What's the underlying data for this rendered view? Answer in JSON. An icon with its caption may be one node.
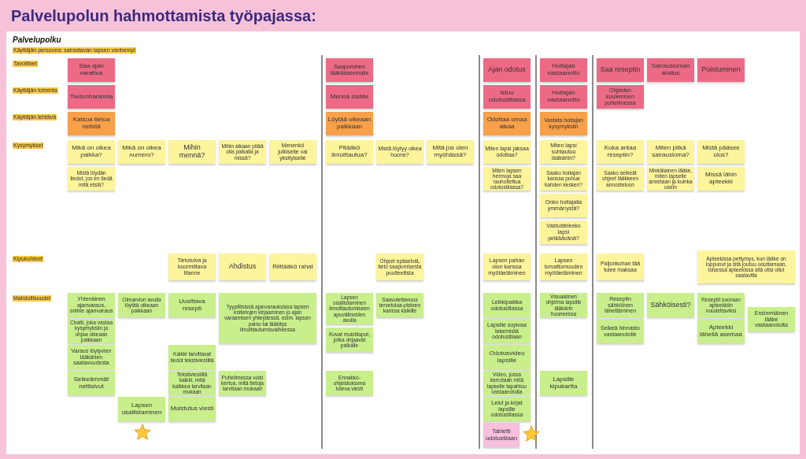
{
  "diagram": {
    "title": "Palvelupolun hahmottamista työpajassa:",
    "nodes": [
      {
        "text": [
          "Saa ajan varattua"
        ]
      },
      {
        "text": [
          "Saapuminen lääkäriasemalle"
        ]
      },
      {
        "text": [
          "Ajan odotus"
        ]
      },
      {
        "text": [
          "Hoitajan vastaanotto"
        ]
      },
      {
        "text": [
          "Saa reseptin"
        ]
      },
      {
        "text": [
          "Sairausloman aloitus"
        ]
      },
      {
        "text": [
          "Poistuminen"
        ]
      },
      {
        "text": [
          "Tiedonhankinta"
        ]
      },
      {
        "text": [
          "Mennä sisälle"
        ]
      },
      {
        "text": [
          "Istuu odotustilassa"
        ]
      },
      {
        "text": [
          "Hoitajan vastaanotto"
        ]
      },
      {
        "text": [
          "Ohjeiden kuuleminen puhelimessa"
        ]
      },
      {
        "text": [
          "Katsoa tietoa netistä"
        ]
      },
      {
        "text": [
          "Löytää oikeaan paikkaan"
        ]
      },
      {
        "text": [
          "Odottaa omaa aikaa"
        ]
      },
      {
        "text": [
          "Vastata hoitajan kysymyksiin"
        ]
      },
      {
        "text": [
          "Mikä on oikea paikka?"
        ]
      },
      {
        "text": [
          "Mikä on oikea numero?"
        ]
      },
      {
        "text": [
          "Mihin mennä?"
        ]
      },
      {
        "text": [
          "Mihin aikaan pitää olla paikalla ja missä?"
        ]
      },
      {
        "text": [
          "Menenkö julkiselle vai yksityiselle"
        ]
      },
      {
        "text": [
          "Pitääkö ilmoittautua?"
        ]
      },
      {
        "text": [
          "Mistä löytyy oikea huone?"
        ]
      },
      {
        "text": [
          "Mitä jos olen myöhässä?"
        ]
      },
      {
        "text": [
          "Miten lapsi jaksaa odottaa?"
        ]
      },
      {
        "text": [
          "Miten lapsi suhtautuu lääkäriin?"
        ]
      },
      {
        "text": [
          "Kuka antaa reseptin?"
        ]
      },
      {
        "text": [
          "Miten pitkä sairausloma?"
        ]
      },
      {
        "text": [
          "Mistä pääsee ulos?"
        ]
      },
      {
        "text": [
          "Mistä löydän tiedot, jos en tiedä mitä etsiä?"
        ]
      },
      {
        "text": [
          "Miten lapsen hermoja saa rauhoitettua odotustilassa?"
        ]
      },
      {
        "text": [
          "Saako hoitajan kanssa puhua kahden kesken?"
        ]
      },
      {
        "text": [
          "Saako selkeät ohjeet lääkkeen annosteluun"
        ]
      },
      {
        "text": [
          "Minkälainen lääke, miten lapselle annetaan ja kuinka usein"
        ]
      },
      {
        "text": [
          "Missä lähin apteekki"
        ]
      },
      {
        "text": [
          "Onko hoitajalla ymmärrystä?"
        ]
      },
      {
        "text": [
          "Vastusteleeko lapsi pelkäävänä?"
        ]
      },
      {
        "text": [
          "Tietotulva ja kuormittava tilanne"
        ]
      },
      {
        "text": [
          "Ahdistus"
        ]
      },
      {
        "text": [
          "Riittääkö rahat"
        ]
      },
      {
        "text": [
          "Ohjeet epäselviä, tieto saapumisesta puutteellista"
        ]
      },
      {
        "text": [
          "Lapsen pahan olon kanssa myötäeläminen"
        ]
      },
      {
        "text": [
          "Lapsen turvattomuuden myötäeläminen"
        ]
      },
      {
        "text": [
          "Paljonkohan tää tulee maksaa"
        ]
      },
      {
        "text": [
          "Apteekissa pettymys, kun lääke on loppunut ja sitä joutuu odottamaan, toisessa apteekissa sitä olisi ollut saatavilla"
        ]
      },
      {
        "text": [
          "Leikkipaikka odotustilassa"
        ]
      },
      {
        "text": [
          "Yhtenäinen ajanvaraus, online ajanvaraus"
        ]
      },
      {
        "text": [
          "Oirearvion avulla löytää oikeaan paikkaan"
        ]
      },
      {
        "text": [
          "Uusittava resepti"
        ]
      },
      {
        "text": [
          "Tyypillisissä ajanvarauksissa lapsen esitietojen kirjaaminen jo ajan varaamisen yhteydessä, esim. lapsen paino tai lääkitys ilmoittautumisvaiheessa"
        ]
      },
      {
        "text": [
          "Lapsen osallistaminen ilmoittautumiseen apuvälineiden avulla"
        ]
      },
      {
        "text": [
          "Saavutettavuus tervetuloa-pisteen kanssa kaikille"
        ]
      },
      {
        "text": [
          "Visuaalinen ohjelma lapsille lääkärin huoneessa"
        ]
      },
      {
        "text": [
          "Reseptin sähköinen lähettäminen"
        ]
      },
      {
        "text": [
          "Sähköisesti?"
        ]
      },
      {
        "text": [
          "Reseptit suoraan apteekkiin noudettaviksi"
        ]
      },
      {
        "text": [
          "Ensimmäinen lääke vastaanotolta"
        ]
      },
      {
        "text": [
          "Lapsille sopivaa tekemistä odotustilaan"
        ]
      },
      {
        "text": [
          "Chatti, joka vastaa kysymyksiin ja ohjaa oikeaan paikkaan"
        ]
      },
      {
        "text": [
          "Kuvat muistilaput, jotka ohjaavat paikalle"
        ]
      },
      {
        "text": [
          "Selkeä hinnasto vastaanotolle"
        ]
      },
      {
        "text": [
          "Apteekki lähellä asemaa"
        ]
      },
      {
        "text": [
          "Odotusvideo lapsille"
        ]
      },
      {
        "text": [
          "Varaus löytyvien lääkärien saatavuudesta"
        ]
      },
      {
        "text": [
          "Video, jossa kerrotaan mitä lapselle tapahtuu vastaanotolla"
        ]
      },
      {
        "text": [
          "Lapsille kipukartta"
        ]
      },
      {
        "text": [
          "Kaikki tarvittavat tiedot tekstiviestillä"
        ]
      },
      {
        "text": [
          "Selkeämmät nettisivut"
        ]
      },
      {
        "text": [
          "Puhelimessa voisi kertoa, mitä tietoja tarvitaan mukaan"
        ]
      },
      {
        "text": [
          "Ennakko-ohjeistuksena tuleva viesti"
        ]
      },
      {
        "text": [
          "Lelut ja kirjat lapsille odotustilassa"
        ]
      },
      {
        "text": [
          "Tekstiviestillä kaikki, mitä kaikkea tarvitaan mukaan"
        ]
      },
      {
        "text": [
          "Tabletti odotustilaan"
        ]
      },
      {
        "text": [
          "Muistutus viesti"
        ]
      },
      {
        "text": [
          "Lapsen osallistaminen"
        ]
      }
    ],
    "labels": [
      "Palvelupolku",
      "Käyttäjän persoona: sairastavan lapsen vanhempi",
      "Tavoitteet",
      "Käyttäjän toiminta",
      "Käyttäjän tehtävä",
      "Kysymykset",
      "Kipukohteet",
      "Mahdollisuudet"
    ]
  }
}
